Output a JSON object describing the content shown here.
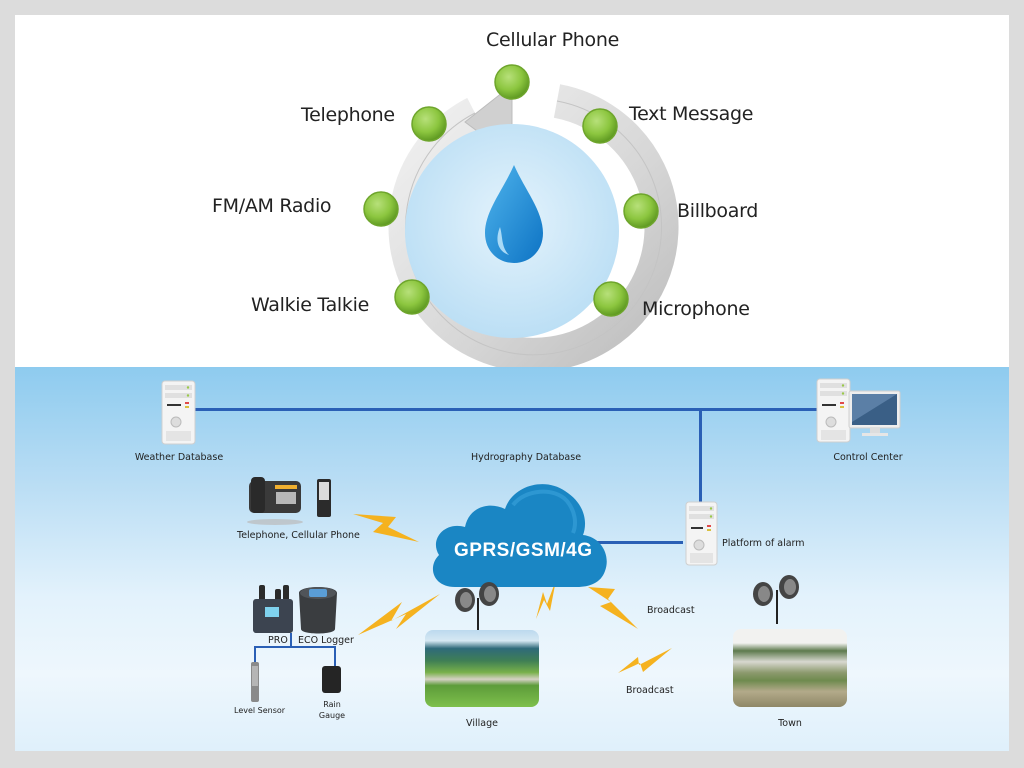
{
  "cycle": {
    "center_icon": "water-drop-icon",
    "nodes": [
      {
        "label": "Cellular Phone"
      },
      {
        "label": "Text Message"
      },
      {
        "label": "Billboard"
      },
      {
        "label": "Microphone"
      },
      {
        "label": "Walkie Talkie"
      },
      {
        "label": "FM/AM Radio"
      },
      {
        "label": "Telephone"
      }
    ],
    "colors": {
      "node_green": "#8cc63f",
      "ring_grey": "#d9d9d9",
      "inner_blue": "#cfe9f8",
      "drop_blue": "#1a8fd6"
    }
  },
  "network": {
    "cloud": {
      "label": "GPRS/GSM/4G",
      "color": "#1a86c4"
    },
    "servers": {
      "weather": "Weather Database",
      "hydrography": "Hydrography Database",
      "control": "Control Center",
      "alarm": "Platform of alarm"
    },
    "devices": {
      "phones": "Telephone, Cellular Phone",
      "pro": "PRO",
      "eco": "ECO Logger",
      "level_sensor": "Level Sensor",
      "rain_gauge_line1": "Rain",
      "rain_gauge_line2": "Gauge"
    },
    "broadcast": {
      "label1": "Broadcast",
      "label2": "Broadcast",
      "village": "Village",
      "town": "Town"
    },
    "colors": {
      "link_blue": "#2a5fb5",
      "bolt_yellow": "#f5b21f"
    }
  }
}
